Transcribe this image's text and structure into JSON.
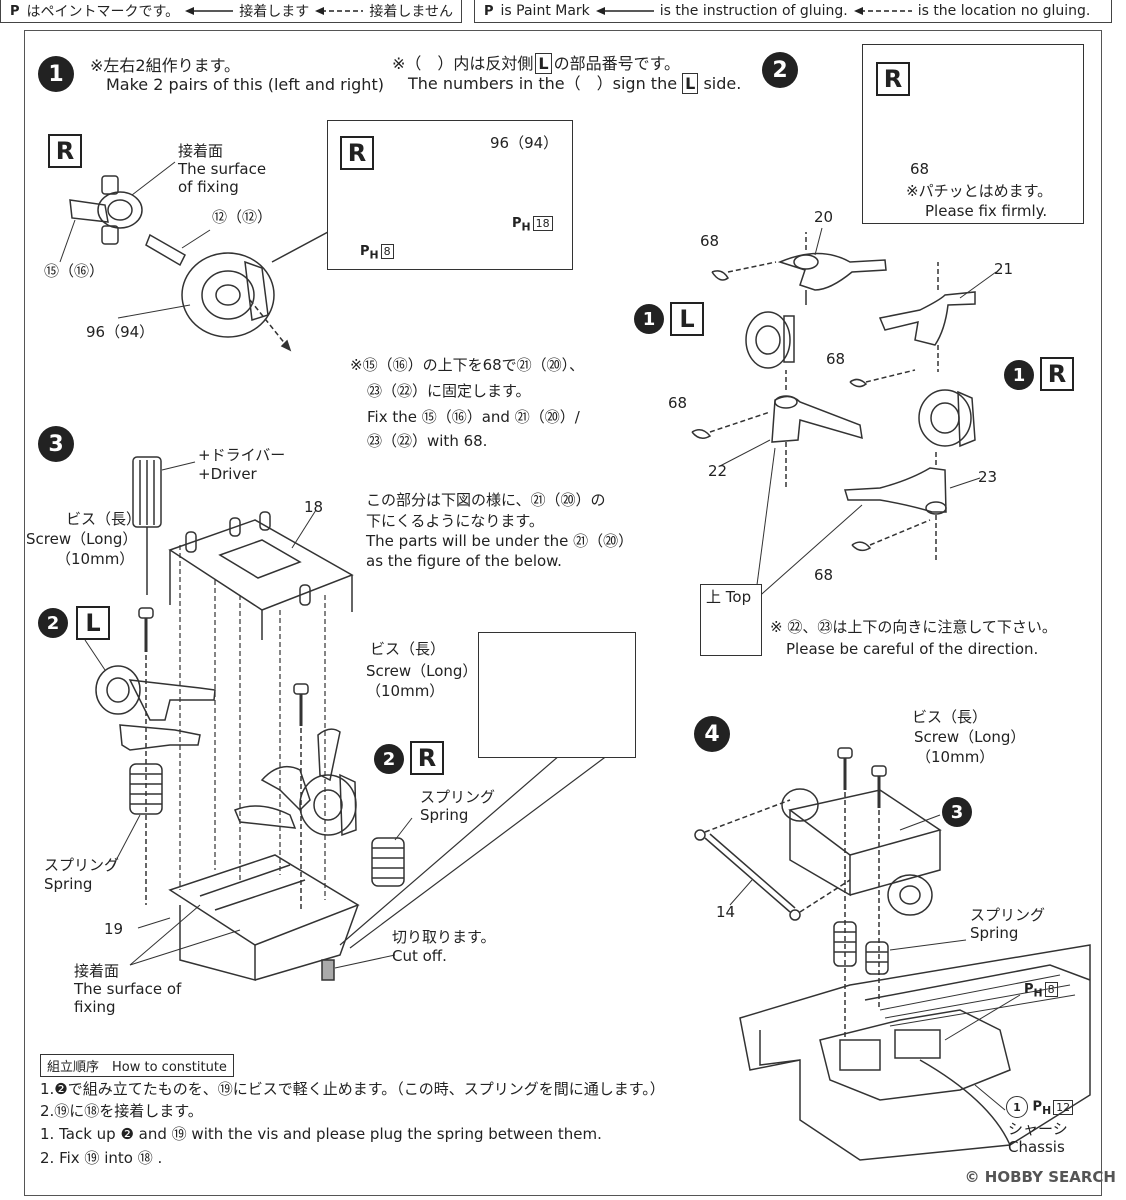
{
  "legend": {
    "jp": {
      "paint_mark_symbol": "P",
      "paint_mark_text": "はペイントマークです。",
      "glue_text": "接着します",
      "no_glue_text": "接着しません"
    },
    "en": {
      "paint_mark_symbol": "P",
      "paint_mark_text": "is Paint Mark",
      "glue_text": "is the instruction of gluing.",
      "no_glue_text": "is the location no gluing."
    }
  },
  "step1": {
    "number": "1",
    "note_jp": "※左右2組作ります。",
    "note_en": "Make 2 pairs of this (left and right)",
    "mirror_note_jp": "※（　）内は反対側",
    "mirror_note_jp_side": "L",
    "mirror_note_jp_end": "の部品番号です。",
    "mirror_note_en_a": "The numbers in the（　）sign the",
    "mirror_note_en_side": "L",
    "mirror_note_en_b": "side.",
    "side": "R",
    "inset_side": "R",
    "surface_jp": "接着面",
    "surface_en_1": "The surface",
    "surface_en_2": "of fixing",
    "part_12": "⑫（⑫）",
    "part_15": "⑮（⑯）",
    "part_96": "96（94）",
    "inset_part_96": "96（94）",
    "ph8_label": "P",
    "ph8_sub": "H",
    "ph8_num": "8",
    "ph18_label": "P",
    "ph18_sub": "H",
    "ph18_num": "18",
    "fix_note_jp_1": "※⑮（⑯）の上下を68で㉑（⑳）、",
    "fix_note_jp_2": "㉓（㉒）に固定します。",
    "fix_note_en_1": "Fix the ⑮（⑯）and ㉑（⑳）/",
    "fix_note_en_2": "㉓（㉒）with 68."
  },
  "step2": {
    "number": "2",
    "inset_side": "R",
    "inset_part": "68",
    "inset_note_jp": "※パチッとはめます。",
    "inset_note_en": "Please fix firmly.",
    "label_L_num": "1",
    "label_L_side": "L",
    "label_R_num": "1",
    "label_R_side": "R",
    "parts": [
      "68",
      "20",
      "21",
      "68",
      "68",
      "22",
      "23",
      "68"
    ],
    "top_jp": "上",
    "top_en": "Top",
    "direction_note_jp": "※ ㉒、㉓は上下の向きに注意して下さい。",
    "direction_note_en": "Please be careful of the direction."
  },
  "step3": {
    "number": "3",
    "driver_jp": "+ドライバー",
    "driver_en": "+Driver",
    "screw_jp": "ビス（長）",
    "screw_en": "Screw（Long）",
    "screw_size": "（10mm）",
    "part_18": "18",
    "under_note_jp_1": "この部分は下図の様に、㉑（⑳）の",
    "under_note_jp_2": "下にくるようになります。",
    "under_note_en_1": "The parts will be under the ㉑（⑳）",
    "under_note_en_2": "as the figure of the below.",
    "label_L_num": "2",
    "label_L_side": "L",
    "label_R_num": "2",
    "label_R_side": "R",
    "screw2_jp": "ビス（長）",
    "screw2_en": "Screw（Long）",
    "screw2_size": "（10mm）",
    "spring_jp": "スプリング",
    "spring_en": "Spring",
    "spring2_jp": "スプリング",
    "spring2_en": "Spring",
    "part_19": "19",
    "surface_jp": "接着面",
    "surface_en_1": "The surface of",
    "surface_en_2": "fixing",
    "cut_jp": "切り取ります。",
    "cut_en": "Cut off."
  },
  "step4": {
    "number": "4",
    "screw_jp": "ビス（長）",
    "screw_en": "Screw（Long）",
    "screw_size": "（10mm）",
    "assembly_ref": "3",
    "part_14": "14",
    "spring_jp": "スプリング",
    "spring_en": "Spring",
    "ph8_label": "P",
    "ph8_sub": "H",
    "ph8_num": "8",
    "chassis_part": "1",
    "ph12_label": "P",
    "ph12_sub": "H",
    "ph12_num": "12",
    "chassis_jp": "シャーシ",
    "chassis_en": "Chassis"
  },
  "howto": {
    "heading": "組立順序　How to constitute",
    "jp_1": "1.❷で組み立てたものを、⑲にビスで軽く止めます。（この時、スプリングを間に通します。）",
    "jp_2": "2.⑲に⑱を接着します。",
    "en_1": "1. Tack up ❷ and ⑲ with the vis and please plug the spring between them.",
    "en_2": "2. Fix ⑲ into ⑱ ."
  },
  "watermark": "© HOBBY SEARCH"
}
